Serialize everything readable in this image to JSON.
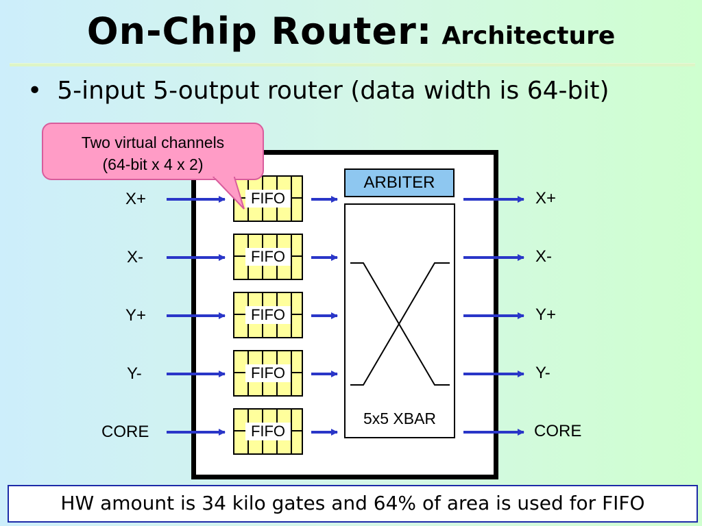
{
  "title": {
    "main": "On-Chip Router:",
    "sub": "Architecture"
  },
  "bullet": {
    "symbol": "•",
    "text": "5-input 5-output router (data width is 64-bit)"
  },
  "callout": {
    "line1": "Two virtual channels",
    "line2": "(64-bit x 4 x 2)"
  },
  "router": {
    "arbiter_label": "ARBITER",
    "xbar_label": "5x5 XBAR",
    "fifo_label": "FIFO",
    "inputs": [
      "X+",
      "X-",
      "Y+",
      "Y-",
      "CORE"
    ],
    "outputs": [
      "X+",
      "X-",
      "Y+",
      "Y-",
      "CORE"
    ]
  },
  "footer": {
    "text": "HW amount is 34 kilo gates and 64% of area is used for FIFO"
  },
  "colors": {
    "arrow": "#2a36c8",
    "fifo_fill": "#ffff9c",
    "arbiter_fill": "#8ec7f0",
    "callout_fill": "#ff9cc6",
    "footer_border": "#1c2aa8"
  }
}
